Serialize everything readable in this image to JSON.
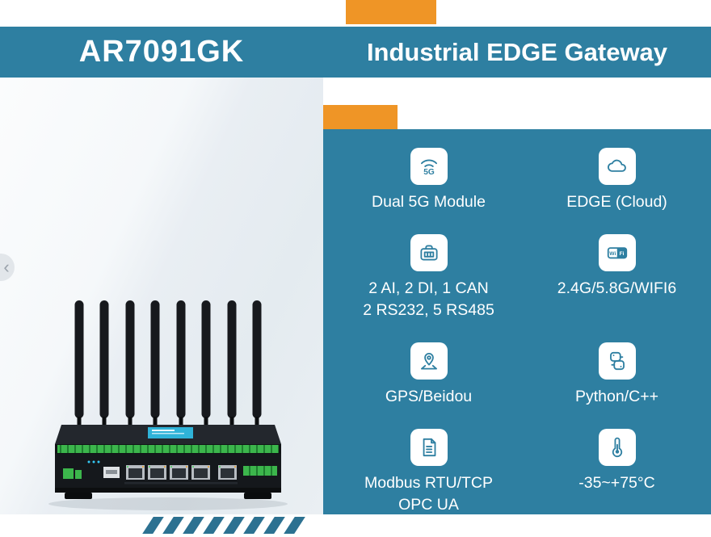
{
  "header": {
    "model": "AR7091GK",
    "title": "Industrial EDGE Gateway"
  },
  "carousel": {
    "prev_glyph": "‹"
  },
  "icon_text": {
    "five_g": "5G",
    "wi": "Wi",
    "fi": "Fi"
  },
  "features": {
    "left": [
      {
        "icon": "5g-signal-icon",
        "lines": [
          "Dual 5G Module"
        ]
      },
      {
        "icon": "io-ports-icon",
        "lines": [
          "2 AI, 2 DI, 1 CAN",
          "2 RS232, 5 RS485"
        ]
      },
      {
        "icon": "gps-pin-icon",
        "lines": [
          "GPS/Beidou"
        ]
      },
      {
        "icon": "document-icon",
        "lines": [
          "Modbus RTU/TCP",
          "OPC UA"
        ]
      }
    ],
    "right": [
      {
        "icon": "cloud-icon",
        "lines": [
          "EDGE (Cloud)"
        ]
      },
      {
        "icon": "wifi-badge-icon",
        "lines": [
          "2.4G/5.8G/WIFI6"
        ]
      },
      {
        "icon": "python-icon",
        "lines": [
          "Python/C++"
        ]
      },
      {
        "icon": "thermometer-icon",
        "lines": [
          "-35~+75°C"
        ]
      }
    ]
  },
  "colors": {
    "teal": "#2E7FA1",
    "orange": "#EF9526",
    "stripe": "#2C7191",
    "label_text": "#FFFFFF"
  }
}
